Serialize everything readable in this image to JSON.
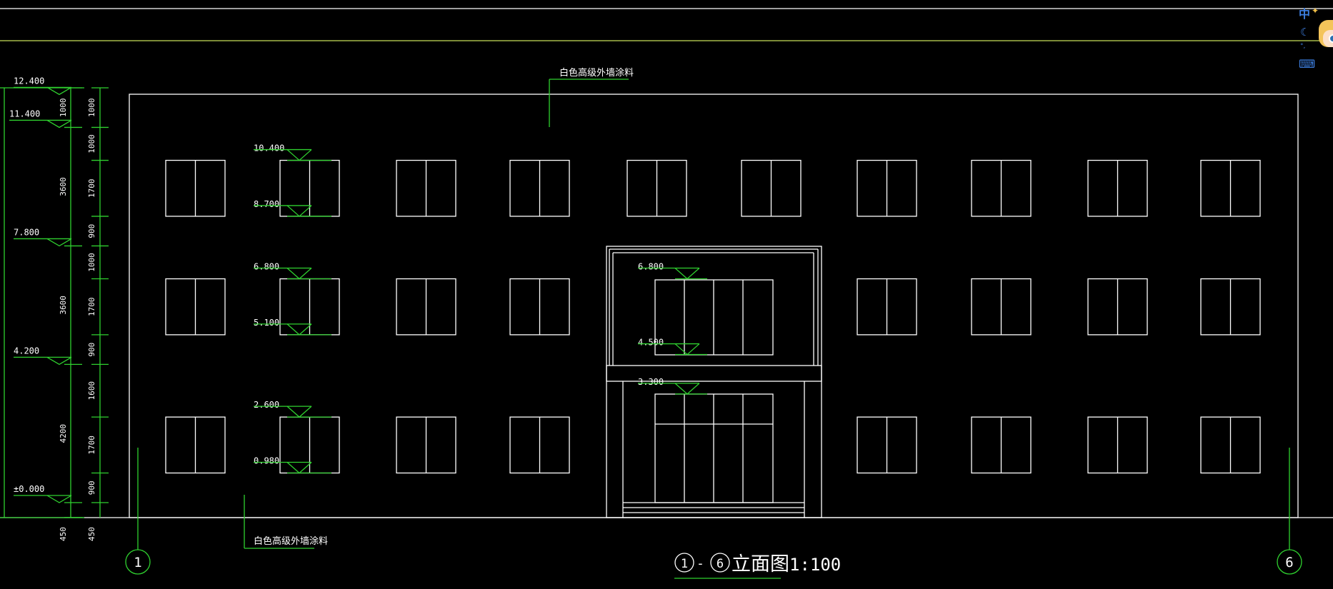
{
  "drawing": {
    "title_axes_start": "1",
    "title_axes_end": "6",
    "title_dash": "-",
    "title_text": "立面图",
    "scale": "1:100",
    "axis_left": "1",
    "axis_right": "6",
    "material_note_top": "白色高级外墙涂料",
    "material_note_bottom": "白色高级外墙涂料"
  },
  "elevations_left": [
    "12.400",
    "11.400",
    "7.800",
    "4.200",
    "±0.000"
  ],
  "window_elevations": [
    "10.400",
    "8.700",
    "6.800",
    "5.100",
    "2.600",
    "0.980"
  ],
  "entrance_elevations": [
    "6.800",
    "4.500",
    "3.300"
  ],
  "dims_outer": [
    "1000",
    "3600",
    "3600",
    "4200",
    "450"
  ],
  "dims_inner": [
    "1000",
    "1000",
    "1700",
    "900",
    "1000",
    "1700",
    "900",
    "1600",
    "1700",
    "900",
    "450"
  ],
  "ime": {
    "mode": "中",
    "icons": [
      "moon-icon",
      "punctuation-icon",
      "keyboard-icon",
      "mascot-icon"
    ]
  },
  "colors": {
    "background": "#000000",
    "lines": "#ffffff",
    "annotation": "#2fd12f",
    "ime": "#3d7fe0"
  }
}
